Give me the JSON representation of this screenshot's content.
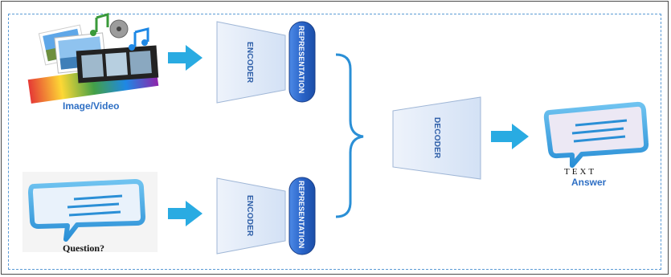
{
  "labels": {
    "media": "Image/Video",
    "question": "Question?",
    "encoder": "ENCODER",
    "representation": "REPRESENTATION",
    "decoder": "DECODER",
    "text": "TEXT",
    "answer": "Answer"
  },
  "colors": {
    "frame_dashed": "#5b9bd5",
    "arrow": "#29abe2",
    "trapezoid_fill": "#dfe9f8",
    "pill_fill": "#2f6fd0",
    "accent_text": "#2e6fc4"
  },
  "icons": {
    "media": "image-video-collage-icon",
    "question": "speech-bubble-icon",
    "answer": "speech-bubble-icon"
  }
}
